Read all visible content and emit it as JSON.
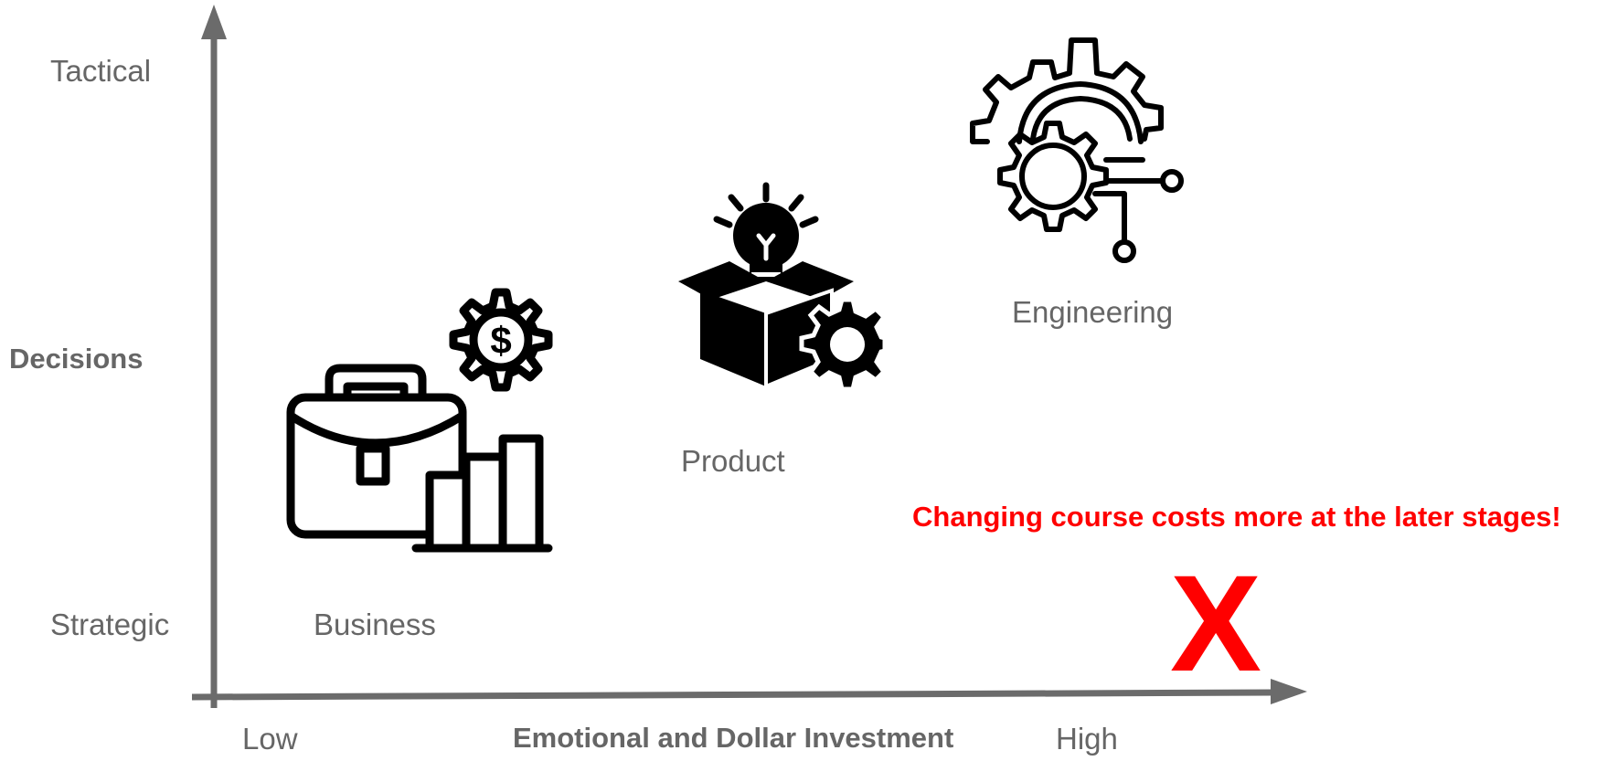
{
  "y_axis": {
    "title": "Decisions",
    "top_label": "Tactical",
    "bottom_label": "Strategic"
  },
  "x_axis": {
    "title": "Emotional and Dollar Investment",
    "low_label": "Low",
    "high_label": "High"
  },
  "stages": [
    {
      "label": "Business",
      "icon": "briefcase-dollar-gear-icon"
    },
    {
      "label": "Product",
      "icon": "lightbulb-box-gear-icon"
    },
    {
      "label": "Engineering",
      "icon": "gear-circuit-icon"
    }
  ],
  "warning": {
    "text": "Changing course costs more at the later stages!",
    "mark": "X",
    "color": "#ff0000"
  },
  "colors": {
    "axis": "#6b6b6b",
    "label": "#666666",
    "icon": "#000000"
  }
}
